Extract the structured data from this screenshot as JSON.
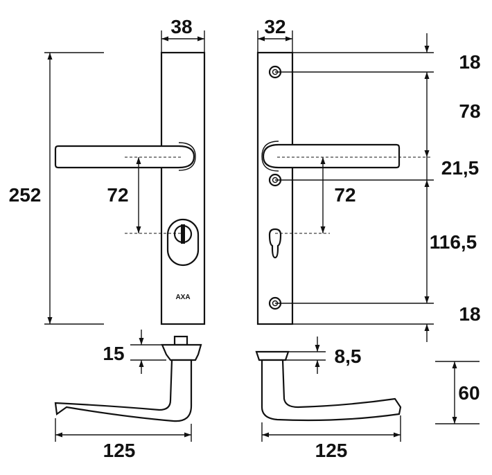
{
  "brand_label": "AXA",
  "colors": {
    "line": "#111111",
    "background": "#ffffff"
  },
  "dimensions": {
    "left_plate_width": "38",
    "right_plate_width": "32",
    "plate_height": "252",
    "left_handle_to_cylinder": "72",
    "right_handle_to_cylinder": "72",
    "top_to_screw": "18",
    "screw_to_handle": "78",
    "handle_to_screw": "21,5",
    "screw_to_screw": "116,5",
    "bottom_screw_to_end": "18",
    "left_rose_height": "15",
    "right_rose_height": "8,5",
    "handle_projection": "60",
    "left_handle_length": "125",
    "right_handle_length": "125"
  }
}
